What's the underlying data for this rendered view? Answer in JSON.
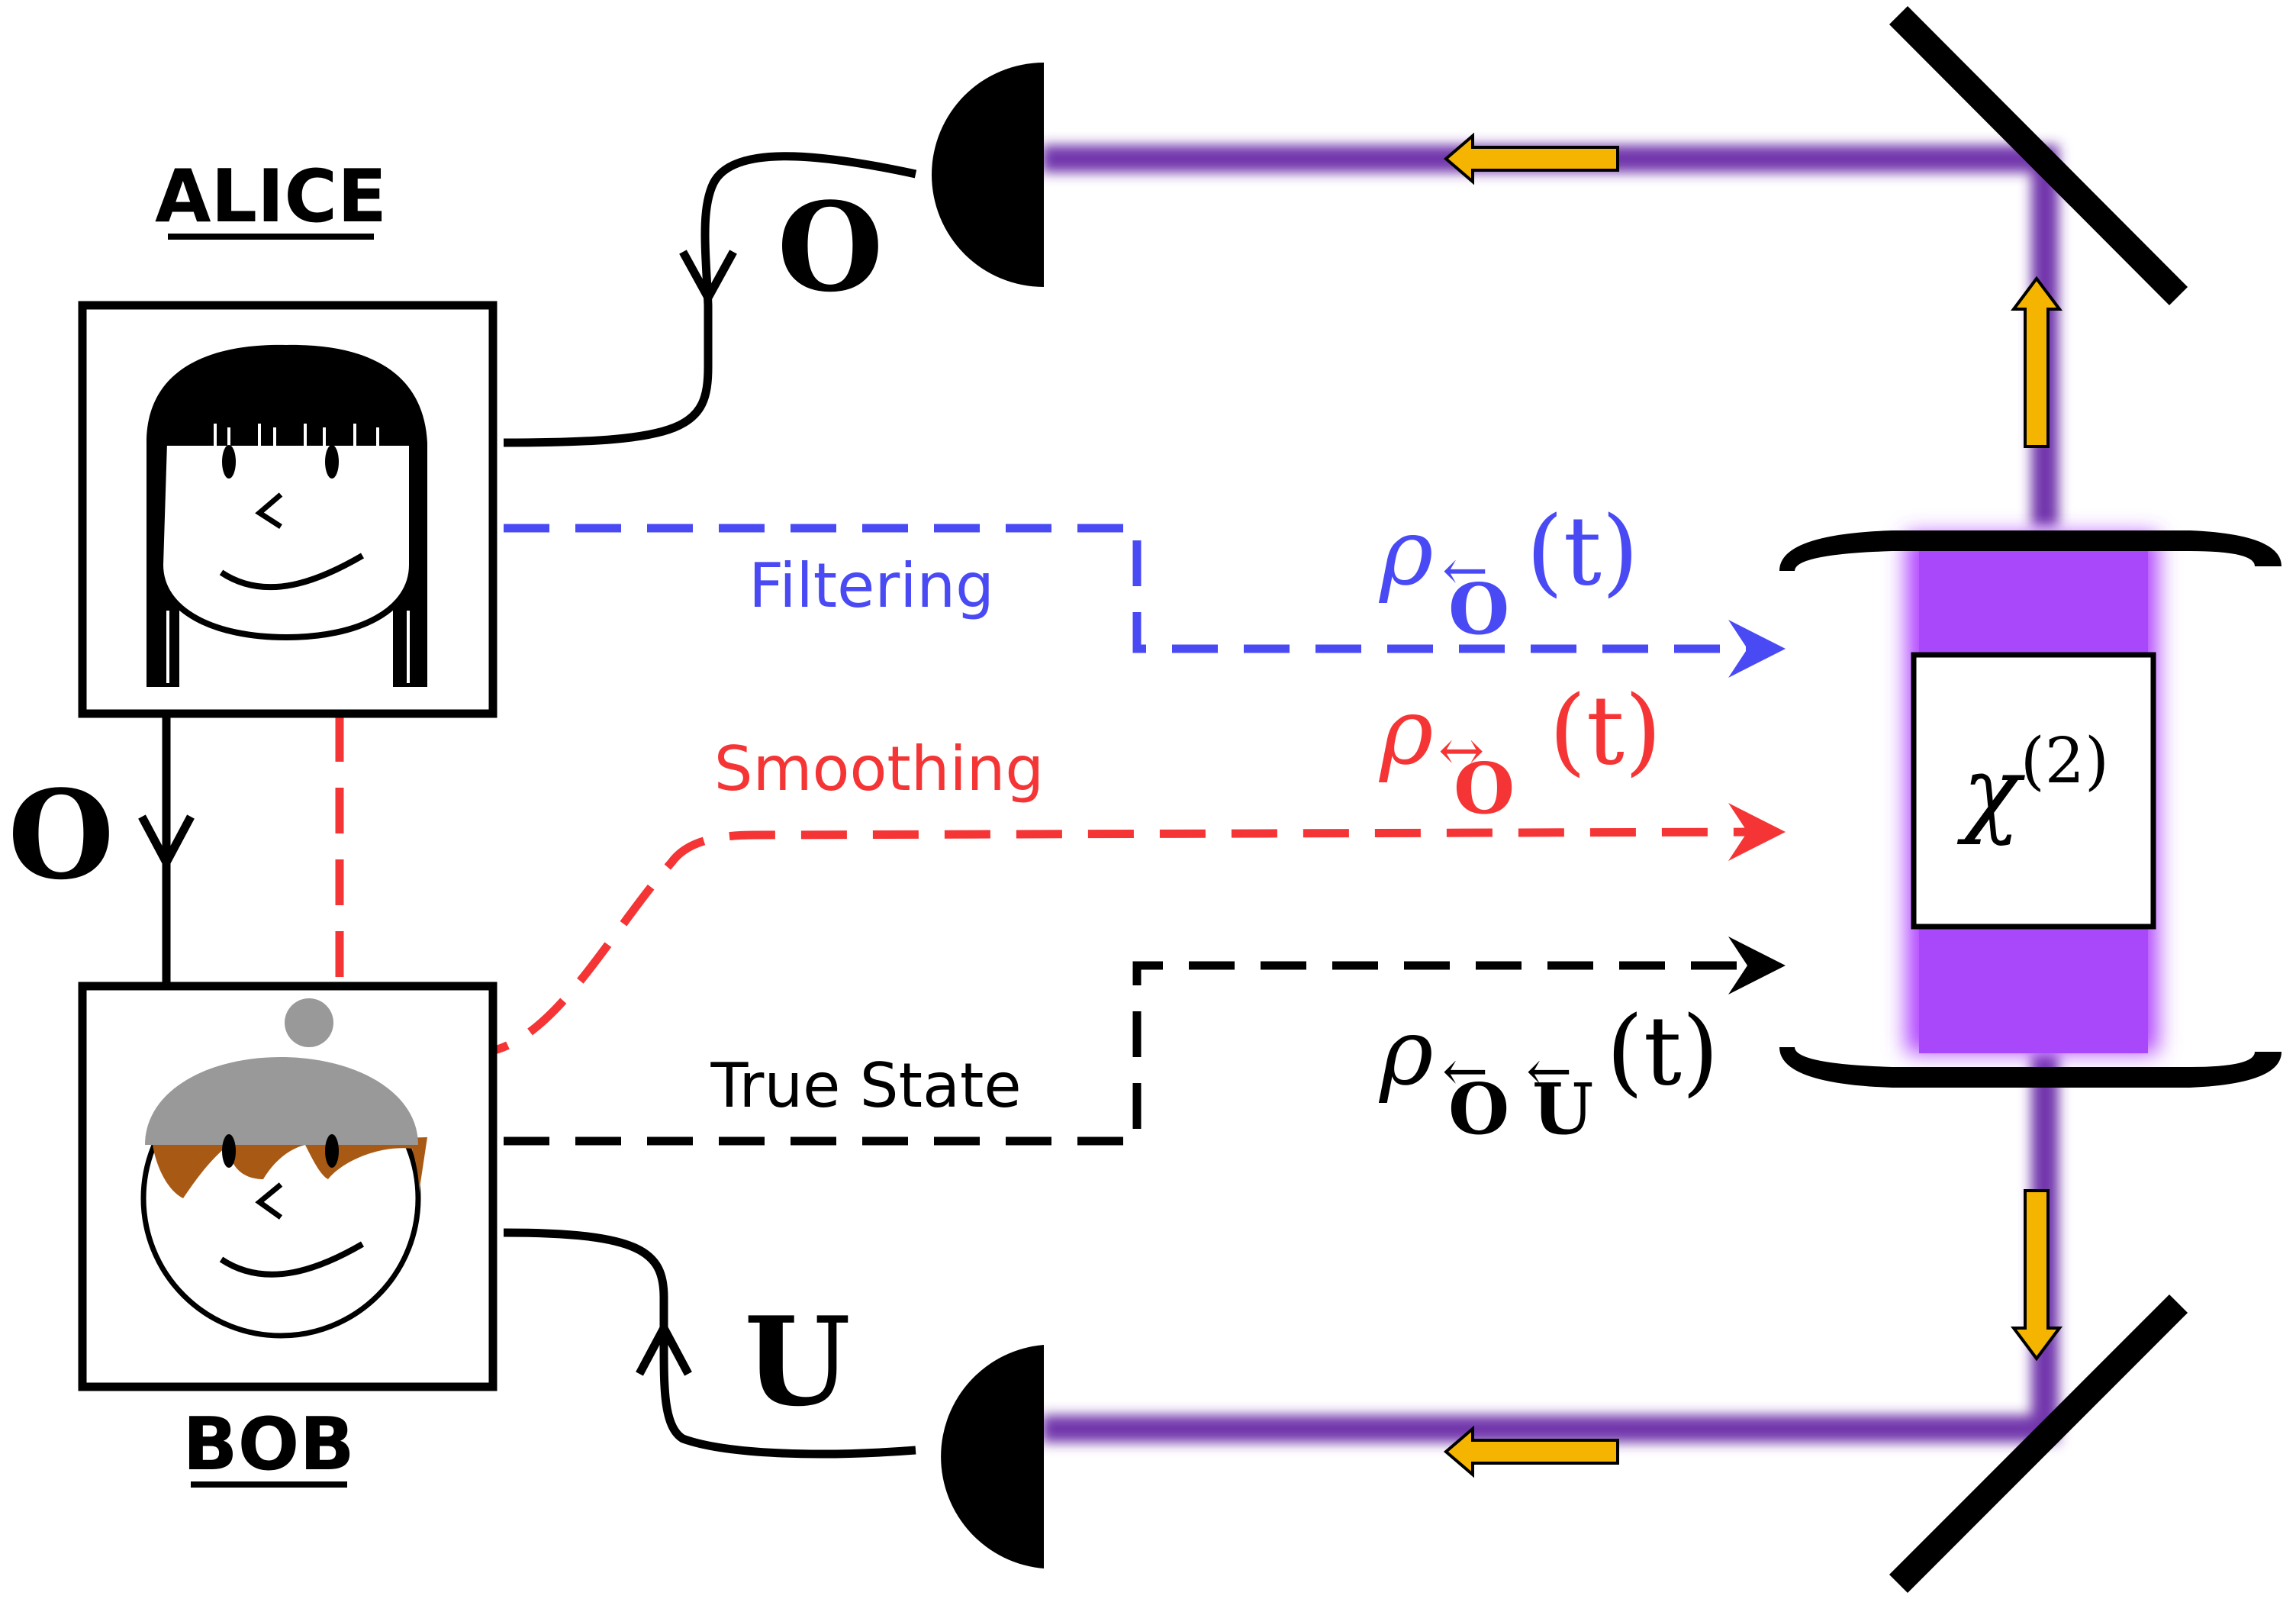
{
  "names": {
    "alice": "ALICE",
    "bob": "BOB"
  },
  "records": {
    "o_top": "O",
    "o_left": "O",
    "u_bottom": "U"
  },
  "paths": {
    "filtering": {
      "label": "Filtering",
      "symbol": "ρ",
      "subscript": "O",
      "arrow": "←",
      "arg": "(t)",
      "color": "#4a4af5"
    },
    "smoothing": {
      "label": "Smoothing",
      "symbol": "ρ",
      "subscript": "O",
      "arrow": "↔",
      "arg": "(t)",
      "color": "#f53535"
    },
    "true_state": {
      "label": "True State",
      "symbol": "ρ",
      "subscript_1": "O",
      "subscript_2": "U",
      "arrow": "←",
      "arg": "(t)",
      "color": "#000000"
    }
  },
  "crystal": {
    "symbol": "χ",
    "superscript": "(2)"
  },
  "colors": {
    "beam": "#6a2aa8",
    "cavity": "#b044ff",
    "arrow_fill": "#f5b400",
    "bob_hat": "#999999",
    "bob_hair": "#a85a14"
  }
}
